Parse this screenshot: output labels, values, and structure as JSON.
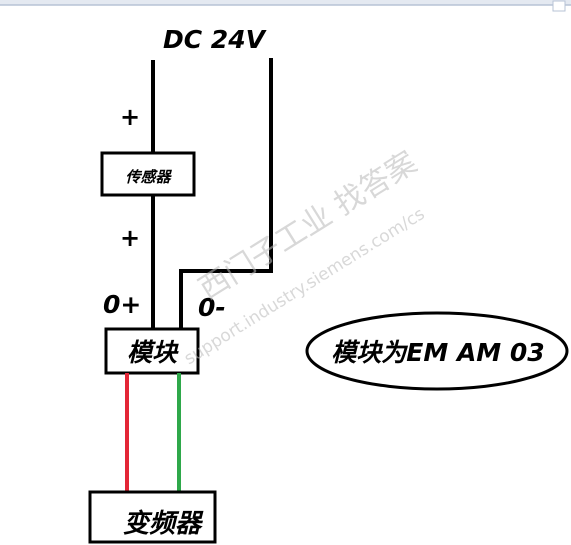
{
  "diagram": {
    "supply_label": "DC 24V",
    "plus_top": "+",
    "plus_mid": "+",
    "terminal_pos": "0+",
    "terminal_neg": "0-",
    "sensor_label": "传感器",
    "module_label": "模块",
    "vfd_label": "变频器",
    "note_label": "模块为EM AM 03"
  },
  "watermark": {
    "brand_text": "西门子工业  找答案",
    "url_text": "support.industry.siemens.com/cs"
  },
  "colors": {
    "line": "#000000",
    "wire_red": "#e32636",
    "wire_green": "#2ea84a",
    "frame_top": "#d4dbe7",
    "watermark": "#b9b9b9"
  }
}
